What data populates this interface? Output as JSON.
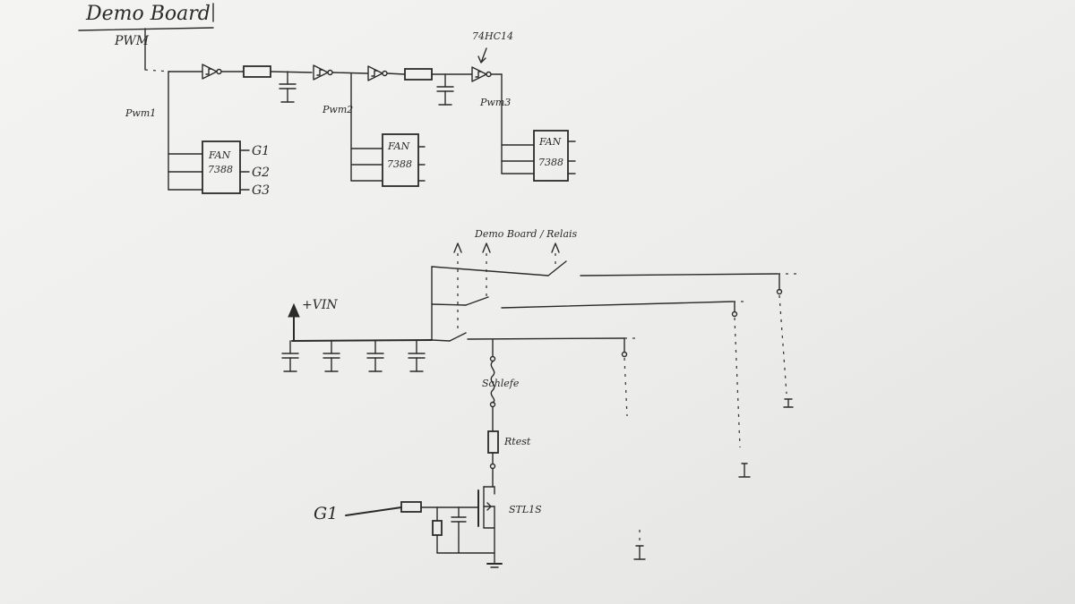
{
  "title": "Demo Board",
  "top": {
    "pwm": "PWM",
    "pwm1": "Pwm1",
    "pwm2": "Pwm2",
    "pwm3": "Pwm3",
    "chip": "74HC14",
    "fan_label": "FAN",
    "fan_part_1": "7388",
    "fan_part_2": "7388",
    "fan_part_3": "7388",
    "g1": "G1",
    "g2": "G2",
    "g3": "G3"
  },
  "bottom": {
    "vin": "+VIN",
    "relay_label": "Demo Board / Relais",
    "loop_label": "Schlefe",
    "rtest_label": "Rtest",
    "mosfet_label": "STL1S",
    "gate_label": "G1"
  }
}
